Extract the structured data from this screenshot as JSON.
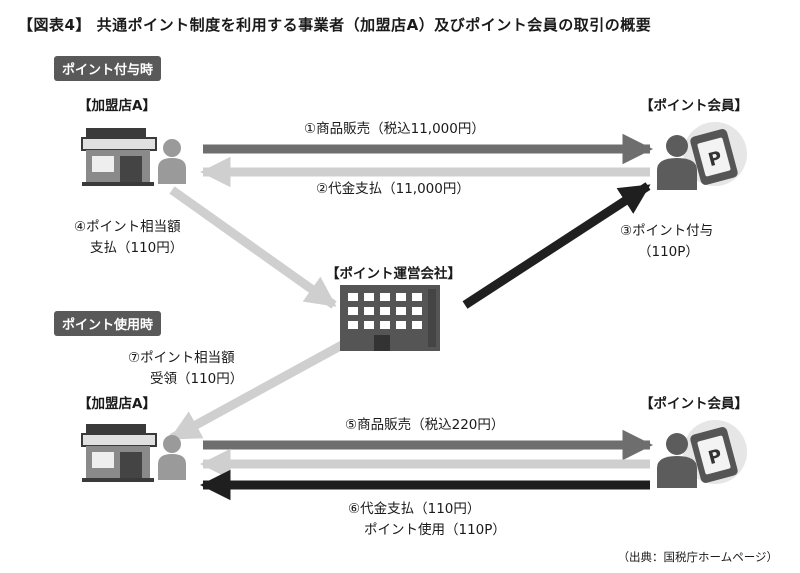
{
  "title": "【図表4】 共通ポイント制度を利用する事業者（加盟店A）及びポイント会員の取引の概要",
  "badges": {
    "grant": "ポイント付与時",
    "use": "ポイント使用時"
  },
  "nodes": {
    "store_top": "【加盟店A】",
    "member_top": "【ポイント会員】",
    "company": "【ポイント運営会社】",
    "store_bottom": "【加盟店A】",
    "member_bottom": "【ポイント会員】"
  },
  "arrows": {
    "a1": "①商品販売（税込11,000円）",
    "a2": "②代金支払（11,000円）",
    "a3_l1": "③ポイント付与",
    "a3_l2": "（110P）",
    "a4_l1": "④ポイント相当額",
    "a4_l2": "支払（110円）",
    "a5": "⑤商品販売（税込220円）",
    "a6_l1": "⑥代金支払（110円）",
    "a6_l2": "ポイント使用（110P）",
    "a7_l1": "⑦ポイント相当額",
    "a7_l2": "受領（110円）"
  },
  "source": "（出典：国税庁ホームページ）",
  "colors": {
    "dark_arrow": "#1f1f1f",
    "mid_arrow": "#6e6e6e",
    "light_arrow": "#cfcfcf",
    "badge": "#595959"
  }
}
